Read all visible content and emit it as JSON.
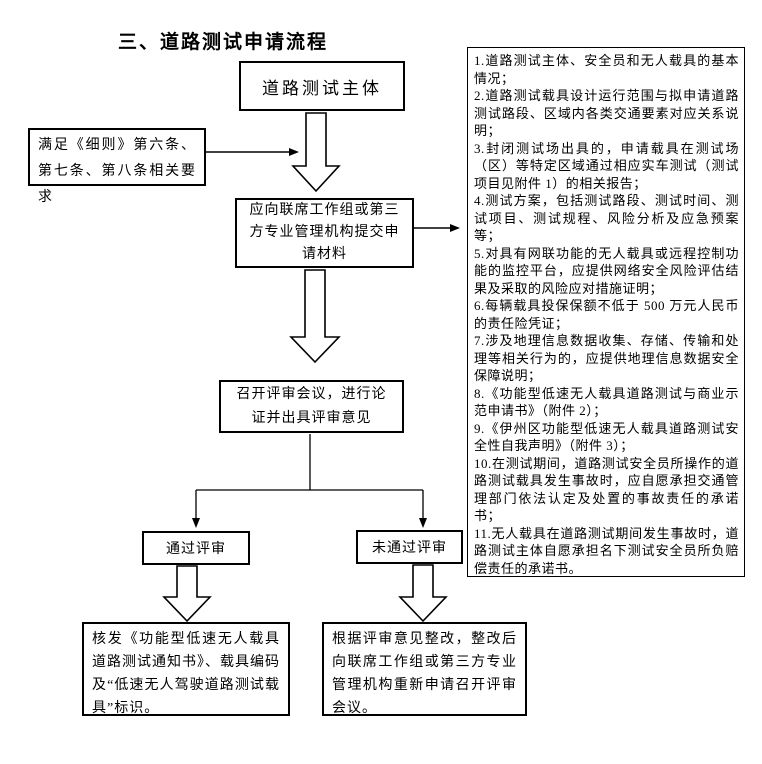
{
  "title": "三、道路测试申请流程",
  "flow": {
    "subject": "道路测试主体",
    "requirement": "满足《细则》第六条、第七条、第八条相关要求",
    "submit": "应向联席工作组或第三方专业管理机构提交申请材料",
    "review": "召开评审会议，进行论证并出具评审意见",
    "pass": "通过评审",
    "fail": "未通过评审",
    "pass_result": "核发《功能型低速无人载具道路测试通知书》、载具编码及“低速无人驾驶道路测试载具”标识。",
    "fail_result": "根据评审意见整改，整改后向联席工作组或第三方专业管理机构重新申请召开评审会议。"
  },
  "materials": {
    "items": [
      "1.道路测试主体、安全员和无人载具的基本情况；",
      "2.道路测试载具设计运行范围与拟申请道路测试路段、区域内各类交通要素对应关系说明；",
      "3.封闭测试场出具的，申请载具在测试场（区）等特定区域通过相应实车测试（测试项目见附件 1）的相关报告；",
      "4.测试方案，包括测试路段、测试时间、测试项目、测试规程、风险分析及应急预案等；",
      "5.对具有网联功能的无人载具或远程控制功能的监控平台，应提供网络安全风险评估结果及采取的风险应对措施证明；",
      "6.每辆载具投保保额不低于 500 万元人民币的责任险凭证；",
      "7.涉及地理信息数据收集、存储、传输和处理等相关行为的，应提供地理信息数据安全保障说明；",
      "8.《功能型低速无人载具道路测试与商业示范申请书》（附件 2）；",
      "9.《伊州区功能型低速无人载具道路测试安全性自我声明》（附件 3）；",
      "10.在测试期间，道路测试安全员所操作的道路测试载具发生事故时，应自愿承担交通管理部门依法认定及处置的事故责任的承诺书；",
      "11.无人载具在道路测试期间发生事故时，道路测试主体自愿承担名下测试安全员所负赔偿责任的承诺书。"
    ]
  },
  "colors": {
    "line": "#000000",
    "background": "#ffffff"
  }
}
